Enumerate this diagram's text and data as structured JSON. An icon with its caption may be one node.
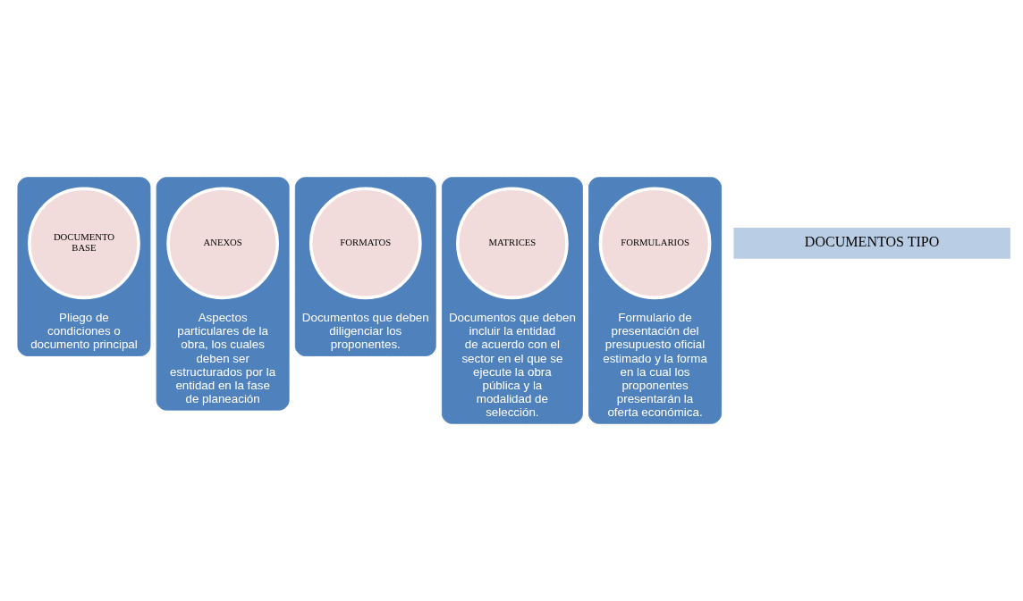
{
  "diagram": {
    "nodes": [
      {
        "text": [
          "Pliego de condiciones o documento principal"
        ]
      },
      {
        "text": [
          "DOCUMENTO BASE"
        ],
        "in": 0
      },
      {
        "text": [
          "Aspectos particulares de la obra, los cuales deben ser estructurados por la entidad en la fase de planeación"
        ]
      },
      {
        "text": [
          "ANEXOS"
        ],
        "in": 2
      },
      {
        "text": [
          "Documentos que deben diligenciar los proponentes."
        ]
      },
      {
        "text": [
          "FORMATOS"
        ],
        "in": 4
      },
      {
        "text": [
          "Documentos que deben incluir la entidad de acuerdo con el sector en el que se ejecute la obra pública y la modalidad de selección."
        ]
      },
      {
        "text": [
          "MATRICES"
        ],
        "in": 6
      },
      {
        "text": [
          "Formulario de presentación del presupuesto oficial estimado y la forma en la cual los proponentes presentarán la oferta económica."
        ]
      },
      {
        "text": [
          "FORMULARIOS"
        ],
        "in": 8
      },
      {
        "text": [
          "DOCUMENTOS TIPO"
        ]
      }
    ],
    "edges": []
  }
}
